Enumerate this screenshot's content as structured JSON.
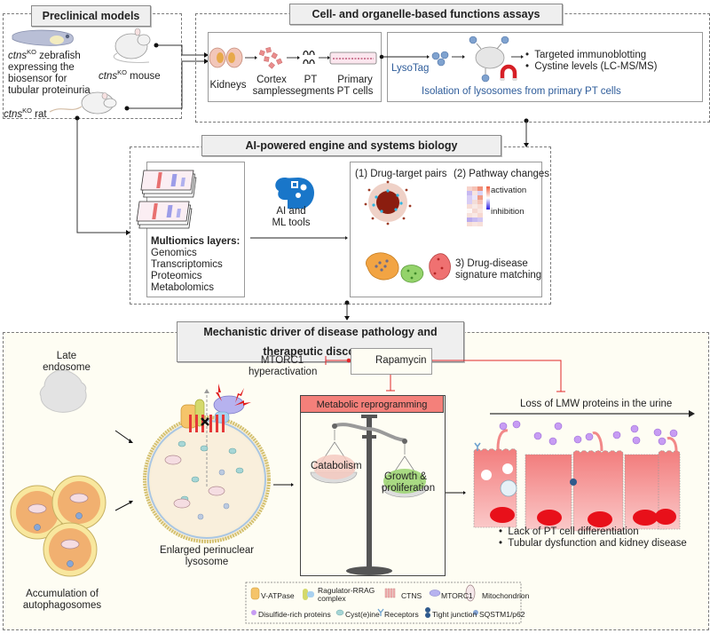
{
  "sections": {
    "preclinical": {
      "title": "Preclinical models",
      "zebrafish": {
        "gene": "ctns",
        "sup": "KO",
        "rest_line1": " zebrafish",
        "line2": "expressing the",
        "line3": "biosensor for",
        "line4": "tubular proteinuria"
      },
      "mouse": {
        "gene": "ctns",
        "sup": "KO",
        "rest": " mouse"
      },
      "rat": {
        "gene": "ctns",
        "sup": "KO",
        "rest": " rat"
      }
    },
    "assays": {
      "title": "Cell- and organelle-based functions assays",
      "steps": [
        {
          "label_line1": "Kidneys",
          "label_line2": ""
        },
        {
          "label_line1": "Cortex",
          "label_line2": "samples"
        },
        {
          "label_line1": "PT",
          "label_line2": "segments"
        },
        {
          "label_line1": "Primary",
          "label_line2": "PT cells"
        }
      ],
      "lysotag": "LysoTag",
      "outputs": [
        "Targeted immunoblotting",
        "Cystine levels (LC-MS/MS)"
      ],
      "isolation_caption": "Isolation of lysosomes from primary PT cells"
    },
    "ai": {
      "title": "AI-powered engine and systems biology",
      "multiomics_heading": "Multiomics layers:",
      "multiomics_items": [
        "Genomics",
        "Transcriptomics",
        "Proteomics",
        "Metabolomics"
      ],
      "tools_line1": "AI and",
      "tools_line2": "ML tools",
      "drug_target": "(1) Drug-target pairs",
      "pathway": "(2) Pathway changes",
      "activation": "activation",
      "inhibition": "inhibition",
      "signature_line1": "3) Drug-disease",
      "signature_line2": "signature matching"
    },
    "mechanistic": {
      "title": "Mechanistic driver of disease pathology and therapeutic discovery",
      "late_endosome_line1": "Late",
      "late_endosome_line2": "endosome",
      "autophagosomes_line1": "Accumulation of",
      "autophagosomes_line2": "autophagosomes",
      "lysosome_line1": "Enlarged perinuclear",
      "lysosome_line2": "lysosome",
      "mtorc1_line1": "MTORC1",
      "mtorc1_line2": "hyperactivation",
      "rapamycin": "Rapamycin",
      "metabolic_title": "Metabolic reprogramming",
      "catabolism": "Catabolism",
      "growth_line1": "Growth &",
      "growth_line2": "proliferation",
      "lmw_loss": "Loss of LMW proteins in the urine",
      "outcomes": [
        "Lack of PT cell differentiation",
        "Tubular dysfunction and kidney disease"
      ]
    }
  },
  "legend": {
    "row1": [
      {
        "icon": "v-atpase-icon",
        "label": "V-ATPase"
      },
      {
        "icon": "ragulator-icon",
        "label_line1": "Ragulator-RRAG",
        "label_line2": "complex"
      },
      {
        "icon": "ctns-icon",
        "label": "CTNS"
      },
      {
        "icon": "mtorc1-icon",
        "label": "MTORC1"
      },
      {
        "icon": "mitochondrion-icon",
        "label": "Mitochondrion"
      }
    ],
    "row2": [
      {
        "icon": "disulfide-protein-icon",
        "label": "Disulfide-rich proteins"
      },
      {
        "icon": "cystine-icon",
        "label": "Cyst(e)ine"
      },
      {
        "icon": "receptor-icon",
        "label": "Receptors"
      },
      {
        "icon": "tight-junction-icon",
        "label": "Tight junction"
      },
      {
        "icon": "sqstm1-icon",
        "label": "SQSTM1/p62"
      }
    ]
  },
  "colors": {
    "inhibit_red": "#e0262a",
    "metabolic_header": "#f4807a",
    "link_blue": "#2e5c9a",
    "panel_bg": "#fefdf3",
    "cell_pink": "#f59a9a",
    "nucleus_red": "#e8101a",
    "protein_violet": "#b883f0"
  }
}
